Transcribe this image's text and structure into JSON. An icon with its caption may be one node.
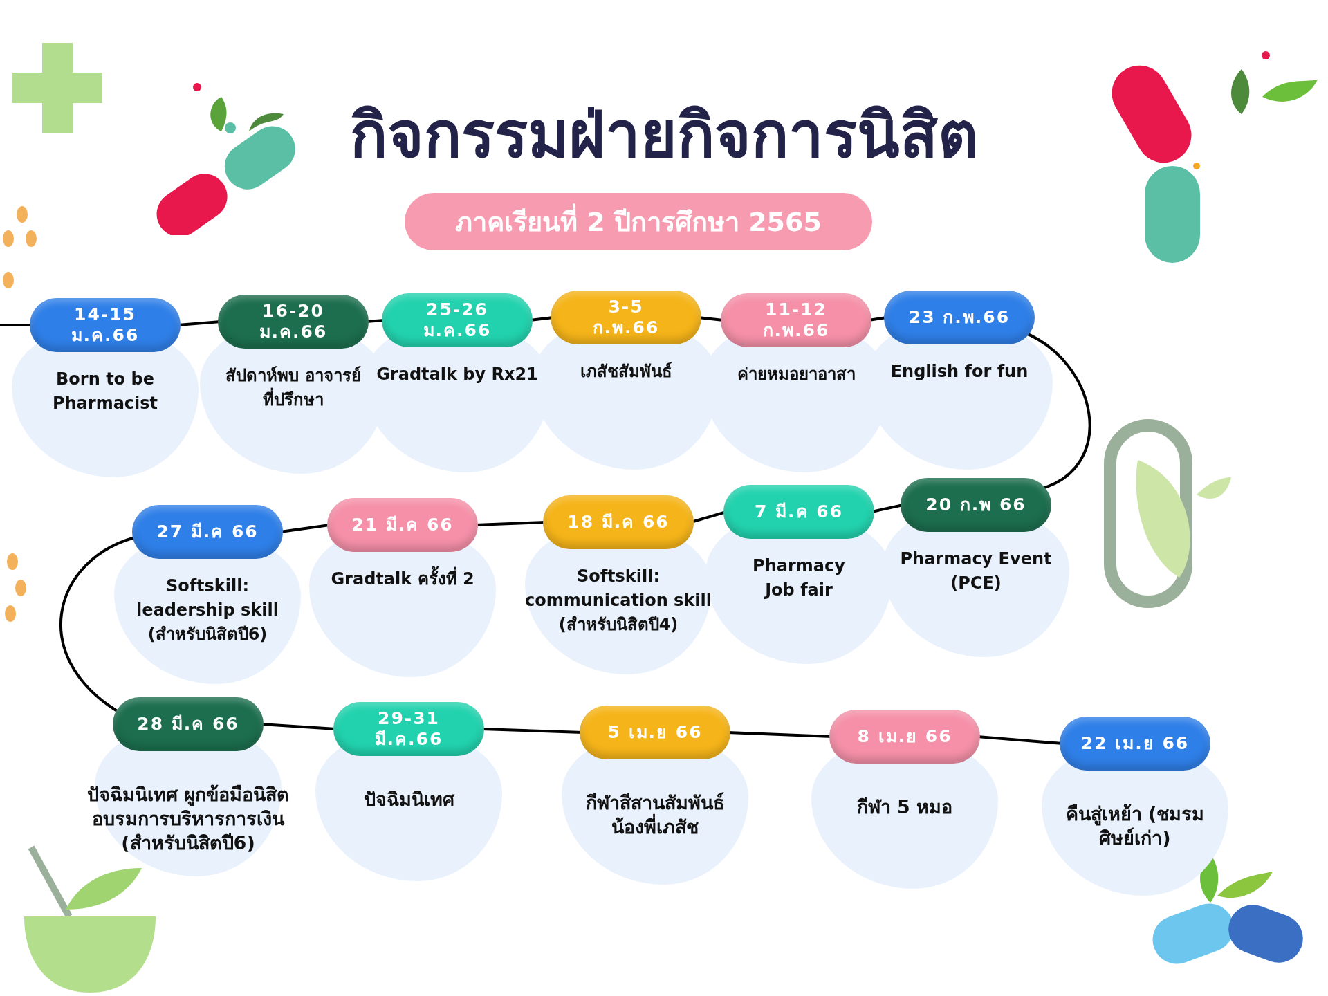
{
  "diagram": {
    "title": "กิจกรรมฝ่ายกิจการนิสิต",
    "nodes": [
      {
        "text": [
          "14-15 ม.ค.66"
        ],
        "beside": [
          "Born to be Pharmacist"
        ]
      },
      {
        "text": [
          "16-20 ม.ค.66"
        ],
        "beside": [
          "สัปดาห์พบ อาจารย์ที่ปรึกษา"
        ]
      },
      {
        "text": [
          "25-26 ม.ค.66"
        ],
        "beside": [
          "Gradtalk by Rx21"
        ]
      },
      {
        "text": [
          "3-5 ก.พ.66"
        ],
        "beside": [
          "เภสัชสัมพันธ์"
        ]
      },
      {
        "text": [
          "11-12 ก.พ.66"
        ],
        "beside": [
          "ค่ายหมอยาอาสา"
        ]
      },
      {
        "text": [
          "23 ก.พ.66"
        ],
        "beside": [
          "English for fun"
        ]
      },
      {
        "text": [
          "20 ก.พ 66"
        ],
        "beside": [
          "Pharmacy  Event (PCE)"
        ]
      },
      {
        "text": [
          "7 มี.ค 66"
        ],
        "beside": [
          "Pharmacy Job fair"
        ]
      },
      {
        "text": [
          "18 มี.ค 66"
        ],
        "beside": [
          "Softskill: communication skill (สำหรับนิสิตปี4)"
        ]
      },
      {
        "text": [
          "21 มี.ค 66"
        ],
        "beside": [
          "Gradtalk ครั้งที่ 2"
        ]
      },
      {
        "text": [
          "27 มี.ค 66"
        ],
        "beside": [
          "Softskill: leadership skill (สำหรับนิสิตปี6)"
        ]
      },
      {
        "text": [
          "28 มี.ค 66"
        ],
        "beside": [
          "ปัจฉิมนิเทศ ผูกข้อมือนิสิต อบรมการบริหารการเงิน (สำหรับนิสิตปี6)"
        ]
      },
      {
        "text": [
          "29-31 มี.ค.66"
        ],
        "beside": [
          "ปัจฉิมนิเทศ"
        ]
      },
      {
        "text": [
          "5 เม.ย 66"
        ],
        "beside": [
          "กีฬาสีสานสัมพันธ์ น้องพี่เภสัช"
        ]
      },
      {
        "text": [
          "8 เม.ย 66"
        ],
        "beside": [
          "กีฬา 5 หมอ"
        ]
      },
      {
        "text": [
          "22 เม.ย 66"
        ],
        "beside": [
          "คืนสู่เหย้า (ชมรมศิษย์เก่า)"
        ]
      }
    ],
    "edges": [
      {
        "from": null,
        "to": 0,
        "arrow": "none"
      },
      {
        "from": 0,
        "to": 1,
        "arrow": "none"
      },
      {
        "from": 1,
        "to": 2,
        "arrow": "none"
      },
      {
        "from": 2,
        "to": 3,
        "arrow": "none"
      },
      {
        "from": 3,
        "to": 4,
        "arrow": "none"
      },
      {
        "from": 4,
        "to": 5,
        "arrow": "none"
      },
      {
        "from": 5,
        "to": 6,
        "arrow": "none"
      },
      {
        "from": 6,
        "to": 7,
        "arrow": "none"
      },
      {
        "from": 7,
        "to": 8,
        "arrow": "none"
      },
      {
        "from": 8,
        "to": 9,
        "arrow": "none"
      },
      {
        "from": 9,
        "to": 10,
        "arrow": "none"
      },
      {
        "from": 10,
        "to": 11,
        "arrow": "none"
      },
      {
        "from": 11,
        "to": 12,
        "arrow": "none"
      },
      {
        "from": 12,
        "to": 13,
        "arrow": "none"
      },
      {
        "from": 13,
        "to": 14,
        "arrow": "none"
      },
      {
        "from": 14,
        "to": 15,
        "arrow": "none"
      }
    ],
    "labels": [
      "ภาคเรียนที่ 2 ปีการศึกษา 2565"
    ]
  }
}
